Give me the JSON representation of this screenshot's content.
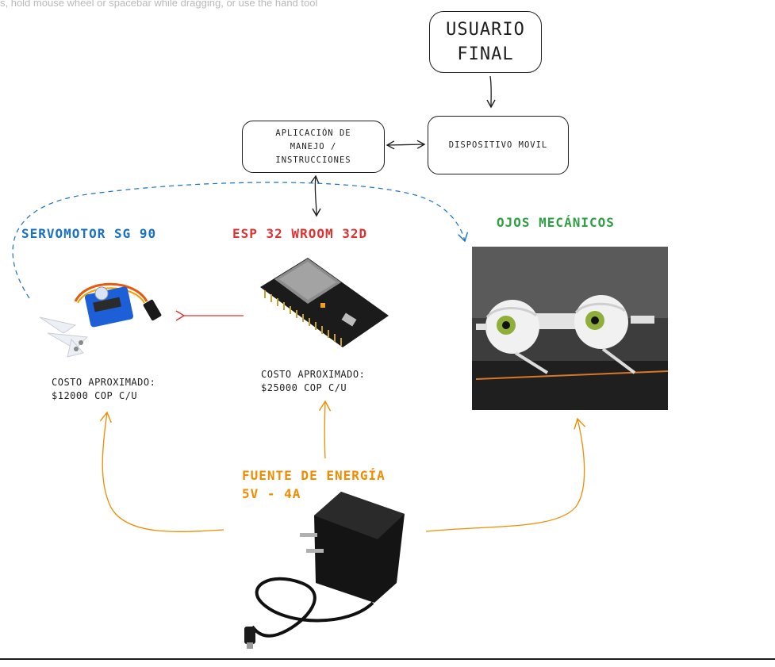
{
  "hint": "s, hold mouse wheel or spacebar while dragging, or use the hand tool",
  "boxes": {
    "usuario": "USUARIO\nFINAL",
    "app": "APLICACIÓN DE\nMANEJO /\nINSTRUCCIONES",
    "dispositivo": "DISPOSITIVO MOVIL"
  },
  "labels": {
    "servo": "SERVOMOTOR SG 90",
    "esp": "ESP 32 WROOM 32D",
    "ojos": "OJOS MECÁNICOS",
    "fuente_line1": "FUENTE DE ENERGÍA",
    "fuente_line2": "5V - 4A"
  },
  "costs": {
    "servo_line1": "COSTO APROXIMADO:",
    "servo_line2": "$12000 COP C/U",
    "esp_line1": "COSTO APROXIMADO:",
    "esp_line2": "$25000 COP C/U"
  },
  "colors": {
    "servo": "#1971c2",
    "esp": "#e03131",
    "ojos": "#2f9e44",
    "fuente": "#f08c00",
    "stroke": "#1e1e1e"
  }
}
